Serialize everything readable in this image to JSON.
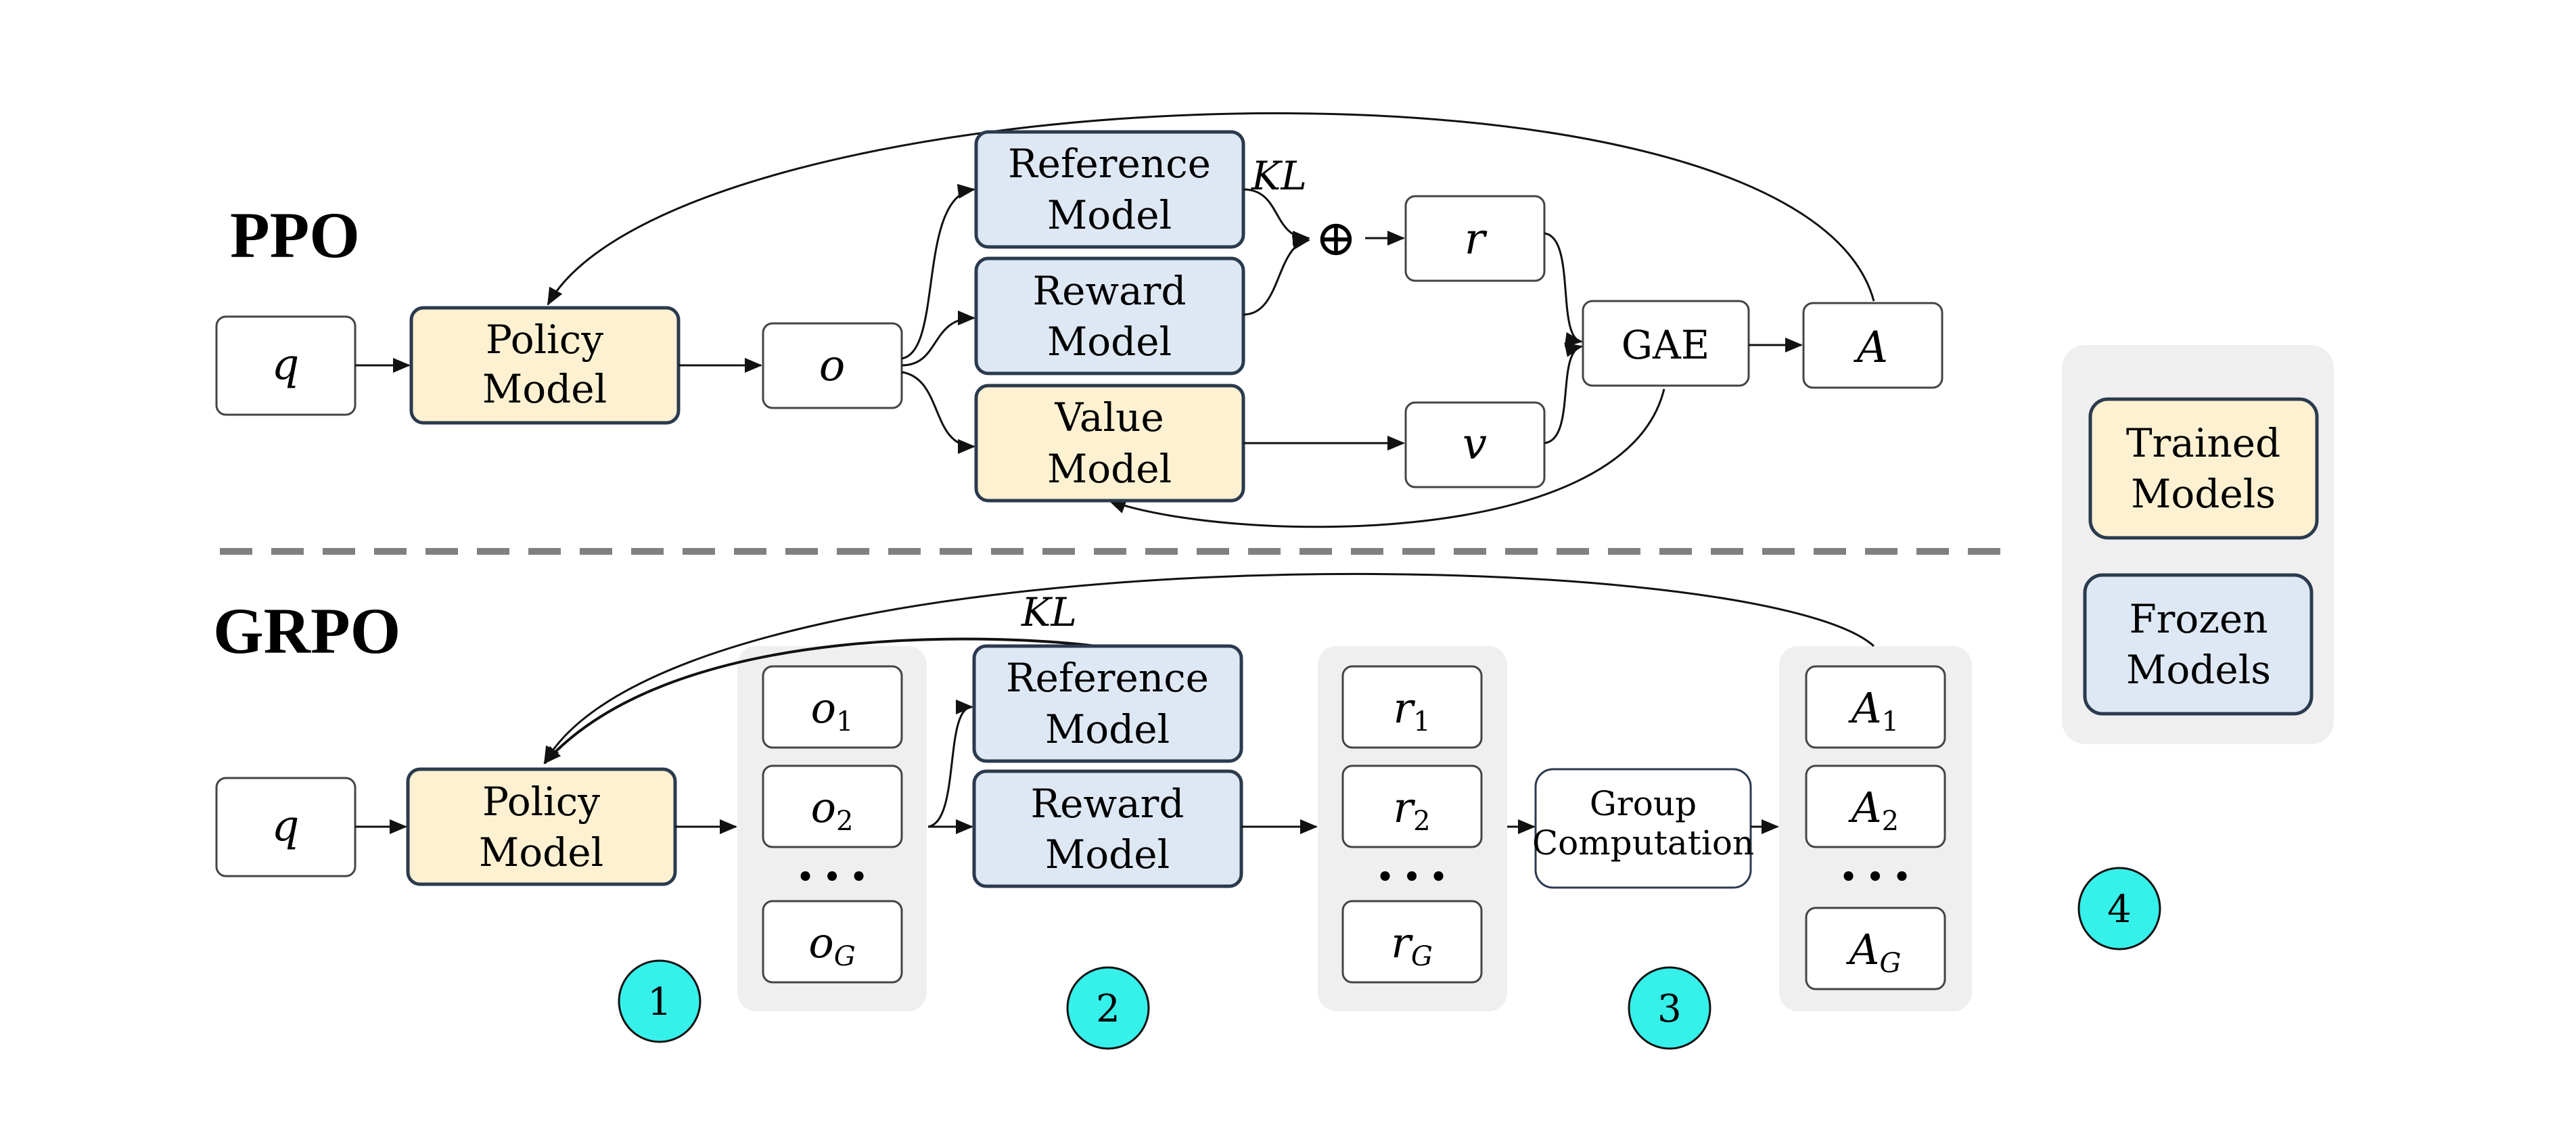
{
  "colors": {
    "trained_fill": "#FDF1D2",
    "frozen_fill": "#DEE8F4",
    "box_stroke": "#2B3A4E",
    "plain_stroke": "#444444",
    "group_bg": "#EFEFEF",
    "badge_fill": "#36F0EA",
    "divider": "#808080"
  },
  "ppo": {
    "title": "PPO",
    "q": "q",
    "policy": [
      "Policy",
      "Model"
    ],
    "o": "o",
    "reference": [
      "Reference",
      "Model"
    ],
    "reward": [
      "Reward",
      "Model"
    ],
    "value": [
      "Value",
      "Model"
    ],
    "kl": "KL",
    "oplus": "⊕",
    "r": "r",
    "v": "v",
    "gae": "GAE",
    "a": "A"
  },
  "grpo": {
    "title": "GRPO",
    "q": "q",
    "policy": [
      "Policy",
      "Model"
    ],
    "kl": "KL",
    "outputs": [
      {
        "base": "o",
        "sub": "1"
      },
      {
        "base": "o",
        "sub": "2"
      },
      {
        "base": "o",
        "sub": "G"
      }
    ],
    "reference": [
      "Reference",
      "Model"
    ],
    "reward": [
      "Reward",
      "Model"
    ],
    "rewards": [
      {
        "base": "r",
        "sub": "1"
      },
      {
        "base": "r",
        "sub": "2"
      },
      {
        "base": "r",
        "sub": "G"
      }
    ],
    "group": [
      "Group",
      "Computation"
    ],
    "advantages": [
      {
        "base": "A",
        "sub": "1"
      },
      {
        "base": "A",
        "sub": "2"
      },
      {
        "base": "A",
        "sub": "G"
      }
    ],
    "ellipsis": "• • •"
  },
  "legend": {
    "trained": [
      "Trained",
      "Models"
    ],
    "frozen": [
      "Frozen",
      "Models"
    ]
  },
  "badges": [
    "1",
    "2",
    "3",
    "4"
  ],
  "icons": {
    "arrow": "arrow-head",
    "badge": "numbered-circle-badge"
  }
}
